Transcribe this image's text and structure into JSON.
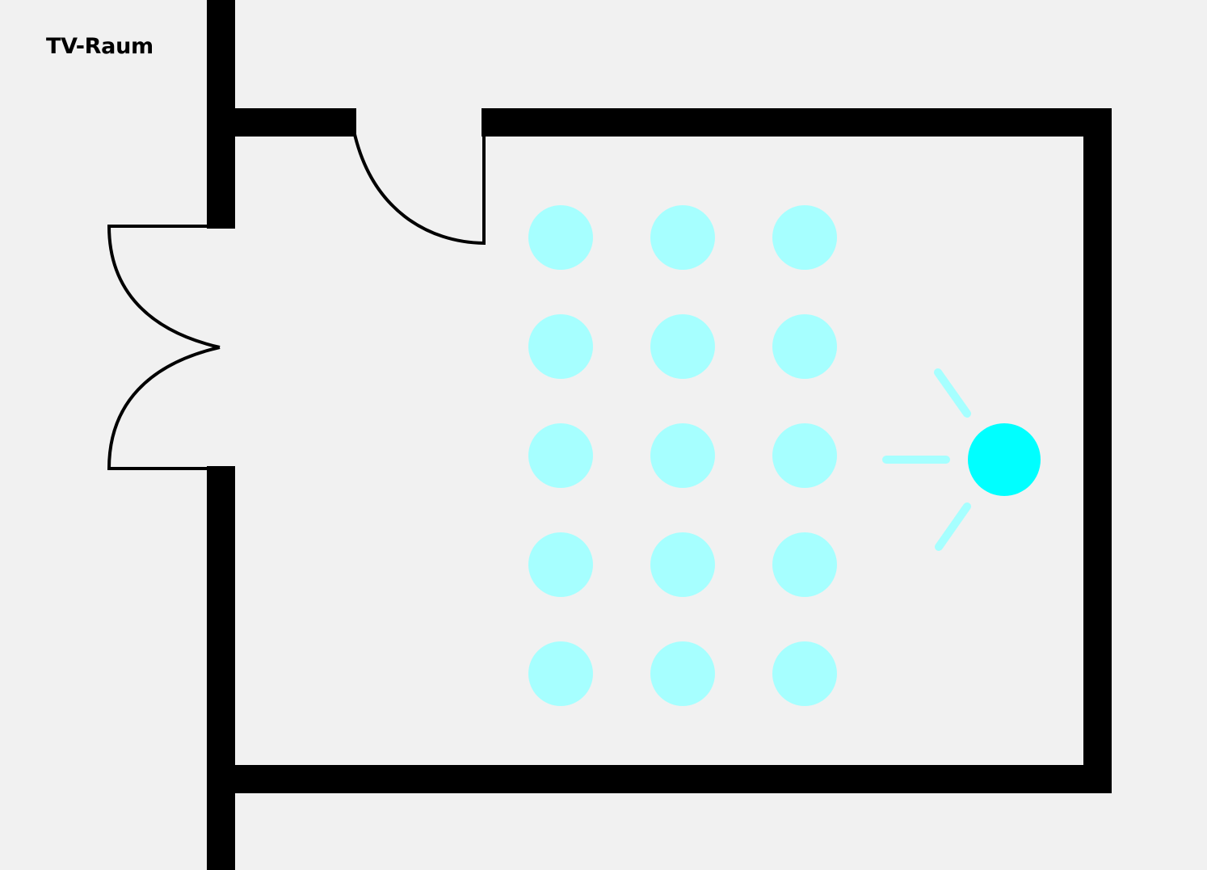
{
  "room": {
    "title": "TV-Raum"
  },
  "colors": {
    "background": "#f1f1f1",
    "wall": "#000000",
    "seat": "#a6ffff",
    "speaker": "#00ffff",
    "sound_wave": "#a6ffff"
  },
  "layout_items": {
    "seat_rows": 5,
    "seat_columns": 3,
    "doors": 3,
    "speakers": 1
  }
}
